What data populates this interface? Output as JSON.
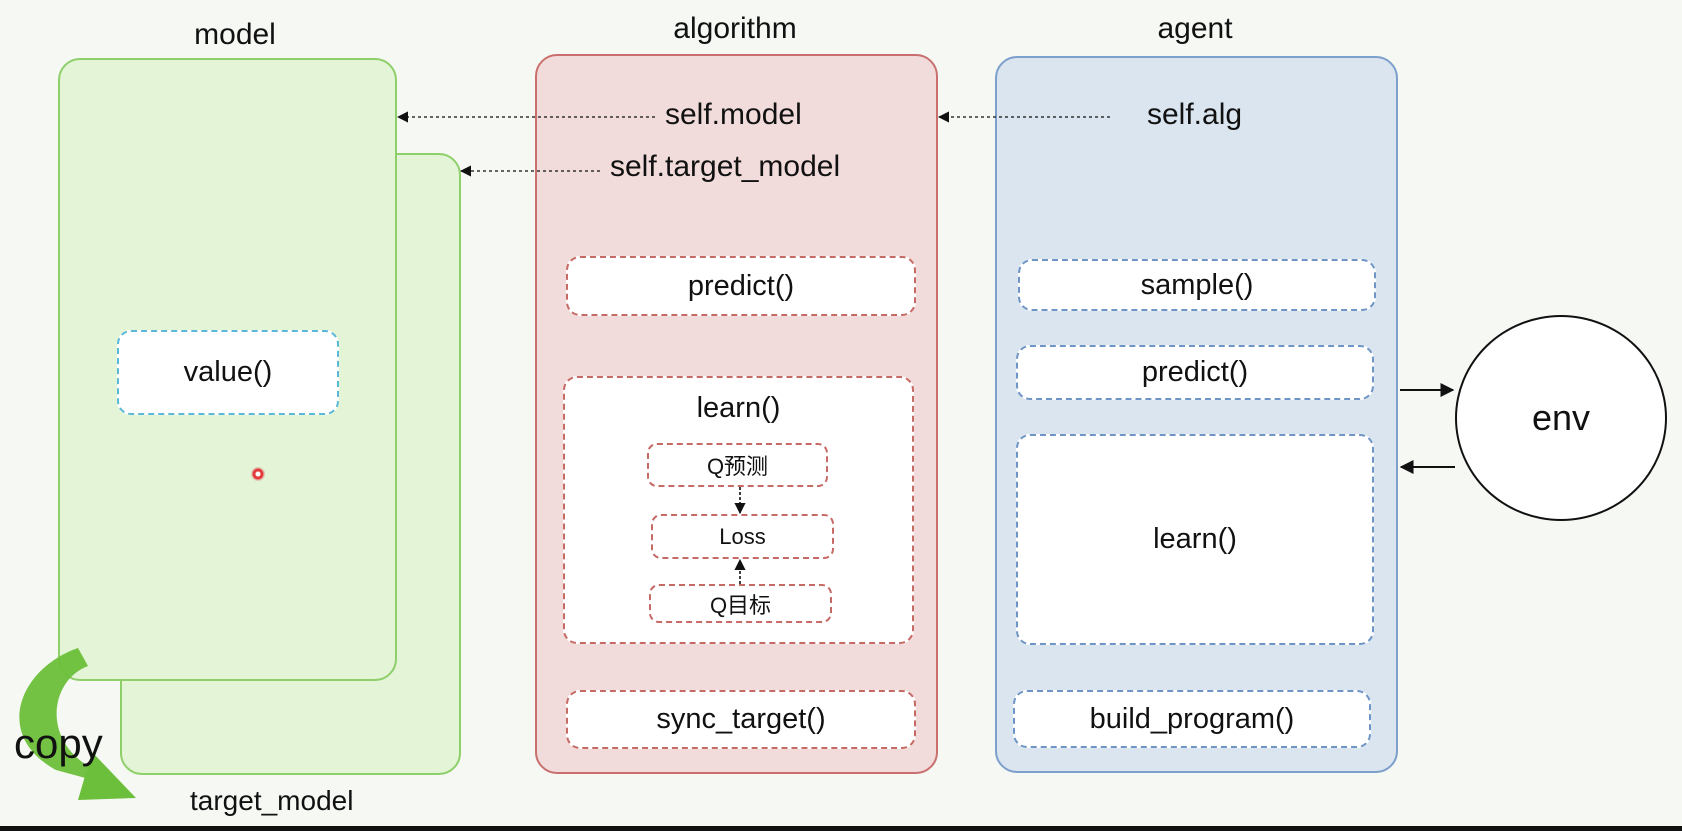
{
  "columns": {
    "model": "model",
    "algorithm": "algorithm",
    "agent": "agent"
  },
  "model": {
    "method": "value()",
    "target_label": "target_model",
    "copy_label": "copy"
  },
  "algorithm": {
    "ref_model": "self.model",
    "ref_target_model": "self.target_model",
    "predict": "predict()",
    "learn": "learn()",
    "learn_steps": [
      "Q预测",
      "Loss",
      "Q目标"
    ],
    "sync_target": "sync_target()"
  },
  "agent": {
    "ref_alg": "self.alg",
    "sample": "sample()",
    "predict": "predict()",
    "learn": "learn()",
    "build_program": "build_program()"
  },
  "env": {
    "label": "env"
  },
  "colors": {
    "model_fill": "#e3f4d7",
    "model_border": "#8fcf6a",
    "algorithm_fill": "#f1dcdb",
    "algorithm_border": "#c9706e",
    "agent_fill": "#dbe5ef",
    "agent_border": "#7d9fcb",
    "copy_arrow": "#6cbf3a"
  }
}
